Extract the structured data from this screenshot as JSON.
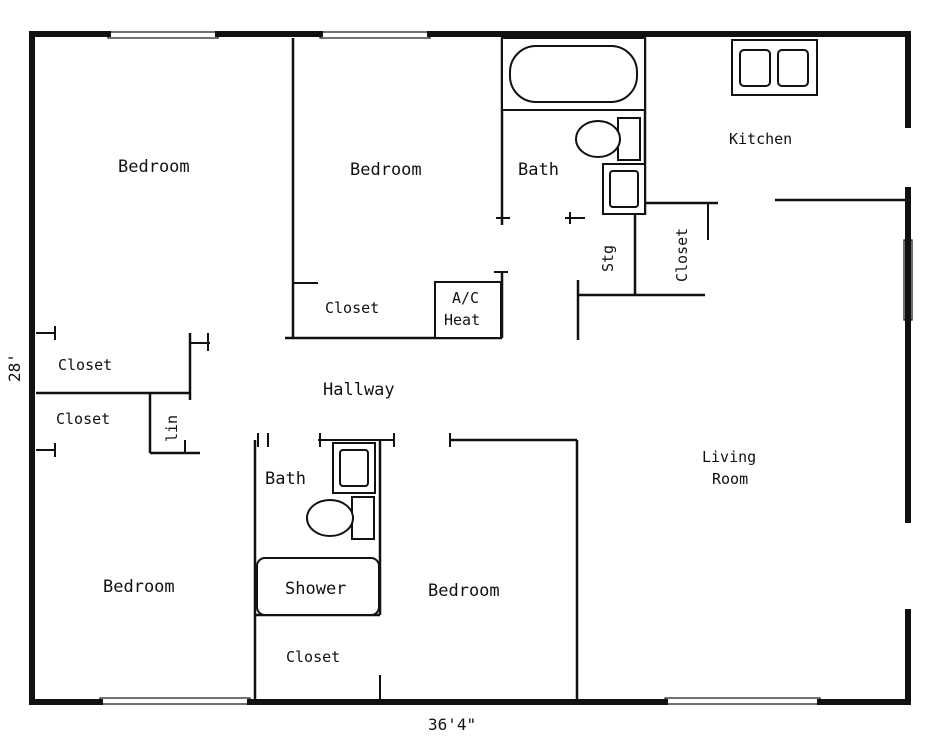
{
  "labels": {
    "bedroom_nw": "Bedroom",
    "bedroom_n": "Bedroom",
    "bath_n": "Bath",
    "kitchen": "Kitchen",
    "stg": "Stg",
    "closet_v": "Closet",
    "closet_mid": "Closet",
    "ac_line1": "A/C",
    "ac_line2": "Heat",
    "closet_w1": "Closet",
    "closet_w2": "Closet",
    "lin": "lin",
    "hallway": "Hallway",
    "bath_s": "Bath",
    "living_line1": "Living",
    "living_line2": "Room",
    "bedroom_sw": "Bedroom",
    "shower": "Shower",
    "bedroom_s": "Bedroom",
    "closet_s": "Closet"
  },
  "dimensions": {
    "width": "36'4\"",
    "depth": "28'"
  }
}
